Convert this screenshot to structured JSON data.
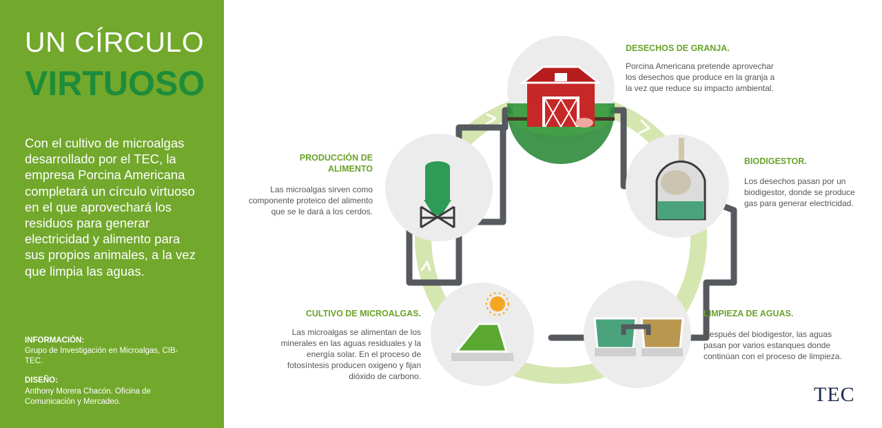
{
  "sidebar": {
    "title_line1": "UN CÍRCULO",
    "title_line2": "VIRTUOSO",
    "intro": "Con el cultivo de microalgas desarrollado por el TEC, la empresa Porcina Americana completará un círculo virtuoso en el que aprovechará los residuos para generar electricidad y alimento para sus propios animales, a la vez que limpia las aguas.",
    "info_heading": "INFORMACIÓN:",
    "info_body": "Grupo de Investigación en Microalgas, CIB-TEC.",
    "design_heading": "DISEÑO:",
    "design_body": "Anthony Morera Chacón. Oficina de Comunicación y Mercadeo."
  },
  "stages": {
    "farm": {
      "title": "DESECHOS DE GRANJA.",
      "body": "Porcina Americana pretende aprovechar los desechos que produce en la granja a la vez que reduce su impacto ambiental."
    },
    "biodigester": {
      "title": "BIODIGESTOR.",
      "body": "Los desechos pasan por un biodigestor, donde se produce gas para generar electricidad."
    },
    "water": {
      "title": "LIMPIEZA DE AGUAS.",
      "body": "Después del biodigestor, las aguas pasan por varios estanques donde continúan con el proceso de limpieza."
    },
    "algae": {
      "title": "CULTIVO DE MICROALGAS.",
      "body": "Las microalgas se alimentan de los minerales en las aguas residuales y la energía solar. En el proceso de fotosíntesis producen oxigeno y fijan dióxido de carbono."
    },
    "food": {
      "title": "PRODUCCIÓN DE ALIMENTO",
      "body": "Las microalgas sirven como componente proteico del alimento que se le dará a los cerdos."
    }
  },
  "logo": "TEC",
  "colors": {
    "sidebar": "#72a82c",
    "accent_green": "#1e8c3a",
    "heading_green": "#6aa22a",
    "pipe": "#56595e",
    "ring": "#d5e6b0",
    "circle": "#ececec"
  }
}
